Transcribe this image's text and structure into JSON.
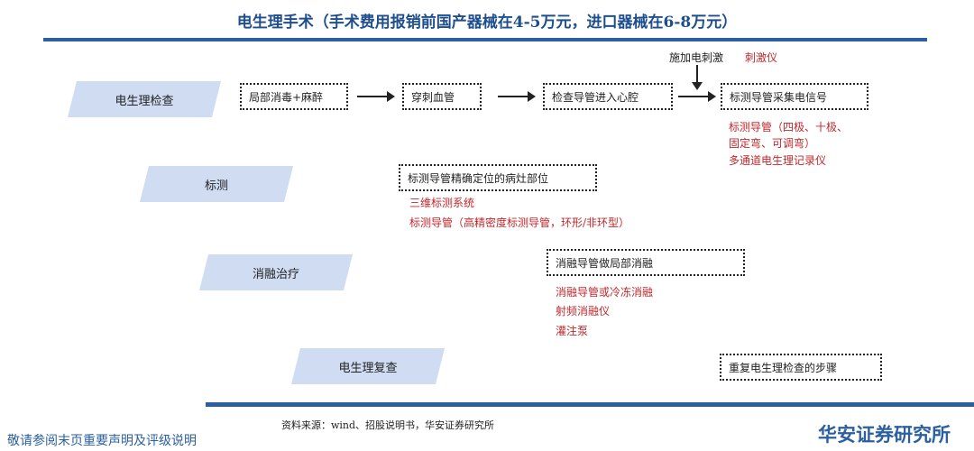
{
  "title": "电生理手术（手术费用报销前国产器械在4-5万元，进口器械在6-8万元）",
  "stages": {
    "s1": "电生理检查",
    "s2": "标测",
    "s3": "消融治疗",
    "s4": "电生理复查"
  },
  "steps": {
    "b1": "局部消毒+麻醉",
    "b2": "穿刺血管",
    "b3": "检查导管进入心腔",
    "b4": "标测导管采集电信号",
    "b5": "标测导管精确定位的病灶部位",
    "b6": "消融导管做局部消融",
    "b7": "重复电生理检查的步骤"
  },
  "stimulation": {
    "label": "施加电刺激",
    "device": "刺激仪"
  },
  "devices": {
    "d1": "标测导管（四极、十极、",
    "d2": "固定弯、可调弯）",
    "d3": "多通道电生理记录仪",
    "d4": "三维标测系统",
    "d5": "标测导管（高精密度标测导管，环形/非环型）",
    "d6": "消融导管或冷冻消融",
    "d7": "射频消融仪",
    "d8": "灌注泵"
  },
  "footer": {
    "source": "资料来源：wind、招股说明书，华安证券研究所",
    "disclaimer": "敬请参阅末页重要声明及评级说明",
    "brand": "华安证券研究所"
  }
}
